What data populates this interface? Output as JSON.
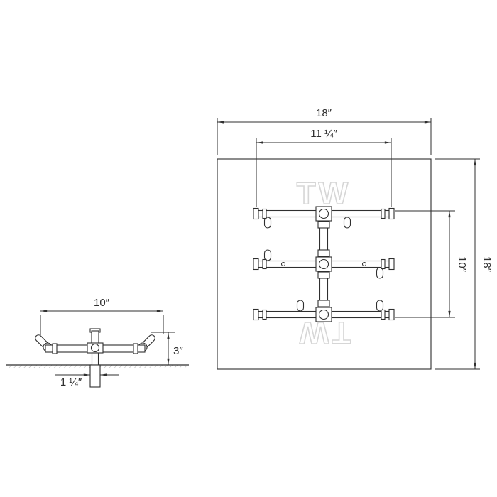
{
  "colors": {
    "line": "#2f2f2f",
    "wm": "#d6d6d6",
    "bg": "#ffffff"
  },
  "plan_view": {
    "overall_width": "18″",
    "burner_width": "11 ¼″",
    "burner_depth": "10″",
    "overall_height": "18″",
    "watermark_top": "TW",
    "watermark_bottom": "TW"
  },
  "side_view": {
    "burner_width": "10″",
    "burner_height": "3″",
    "inlet_size": "1 ¼″"
  }
}
